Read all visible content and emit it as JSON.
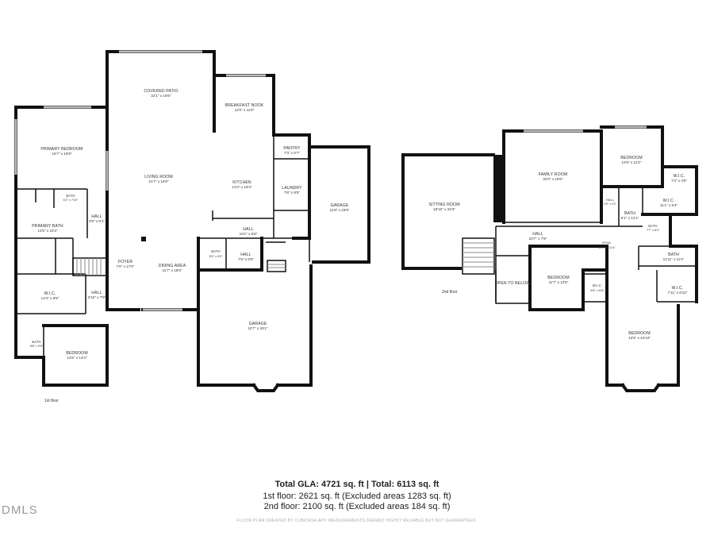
{
  "floor1": {
    "label": "1st floor",
    "rooms": [
      {
        "name": "COVERED PATIO",
        "dims": "22'1\" x 16'6\""
      },
      {
        "name": "BREAKFAST NOOK",
        "dims": "12'0\" x 11'6\""
      },
      {
        "name": "PANTRY",
        "dims": "7'3\" x 6'7\""
      },
      {
        "name": "PRIMARY BEDROOM",
        "dims": "16'7\" x 18'8\""
      },
      {
        "name": "LIVING ROOM",
        "dims": "21'7\" x 18'8\""
      },
      {
        "name": "KITCHEN",
        "dims": "13'2\" x 18'4\""
      },
      {
        "name": "LAUNDRY",
        "dims": "7'8\" x 9'5\""
      },
      {
        "name": "GARAGE",
        "dims": "11'9\" x 23'9\""
      },
      {
        "name": "BATH",
        "dims": "6'2\" x 7'10\""
      },
      {
        "name": "HALL",
        "dims": "3'9\" x 8'1\""
      },
      {
        "name": "PRIMARY BATH",
        "dims": "14'5\" x 16'3\""
      },
      {
        "name": "HALL",
        "dims": "19'1\" x 5'6\""
      },
      {
        "name": "BATH",
        "dims": "5'6\" x 6'0\""
      },
      {
        "name": "HALL",
        "dims": "7'6\" x 6'0\""
      },
      {
        "name": "FOYER",
        "dims": "7'6\" x 17'0\""
      },
      {
        "name": "DINING AREA",
        "dims": "11'7\" x 18'5\""
      },
      {
        "name": "W.I.C.",
        "dims": "14'4\" x 9'5\""
      },
      {
        "name": "HALL",
        "dims": "3'10\" x 7'9\""
      },
      {
        "name": "GARAGE",
        "dims": "22'7\" x 29'1\""
      },
      {
        "name": "BATH",
        "dims": "5'8\" x 9'5\""
      },
      {
        "name": "BEDROOM",
        "dims": "12'6\" x 14'4\""
      }
    ]
  },
  "floor2": {
    "label": "2nd floor",
    "rooms": [
      {
        "name": "FAMILY ROOM",
        "dims": "20'2\" x 19'6\""
      },
      {
        "name": "BEDROOM",
        "dims": "12'9\" x 12'2\""
      },
      {
        "name": "SITTING ROOM",
        "dims": "18'10\" x 23'4\""
      },
      {
        "name": "W.I.C.",
        "dims": "7'3\" x 4'5\""
      },
      {
        "name": "HALL",
        "dims": "3'9\" x 3'4\""
      },
      {
        "name": "W.I.C.",
        "dims": "11'1\" x 5'4\""
      },
      {
        "name": "BATH",
        "dims": "5'1\" x 12'1\""
      },
      {
        "name": "BATH",
        "dims": "7'7\" x 6'0\""
      },
      {
        "name": "HALL",
        "dims": "20'7\" x 7'8\""
      },
      {
        "name": "HALL",
        "dims": "10'6\" x 11'4\""
      },
      {
        "name": "BATH",
        "dims": "11'11\" x 11'4\""
      },
      {
        "name": "OPEN TO BELOW",
        "dims": ""
      },
      {
        "name": "BEDROOM",
        "dims": "11'7\" x 13'5\""
      },
      {
        "name": "W.I.C.",
        "dims": "5'6\" x 6'6\""
      },
      {
        "name": "W.I.C.",
        "dims": "7'11\" x 6'10\""
      },
      {
        "name": "BEDROOM",
        "dims": "13'5\" x 24'10\""
      }
    ]
  },
  "summary": {
    "total": "Total GLA: 4721 sq. ft | Total: 6113 sq. ft",
    "floor1": "1st floor: 2621 sq. ft (Excluded areas 1283 sq. ft)",
    "floor2": "2nd floor: 2100 sq. ft (Excluded areas 184 sq. ft)",
    "disclaimer": "FLOOR PLAN CREATED BY CUBICASA APP. MEASUREMENTS DEEMED HIGHLY RELIABLE BUT NOT GUARANTEED."
  },
  "brand": "DMLS"
}
